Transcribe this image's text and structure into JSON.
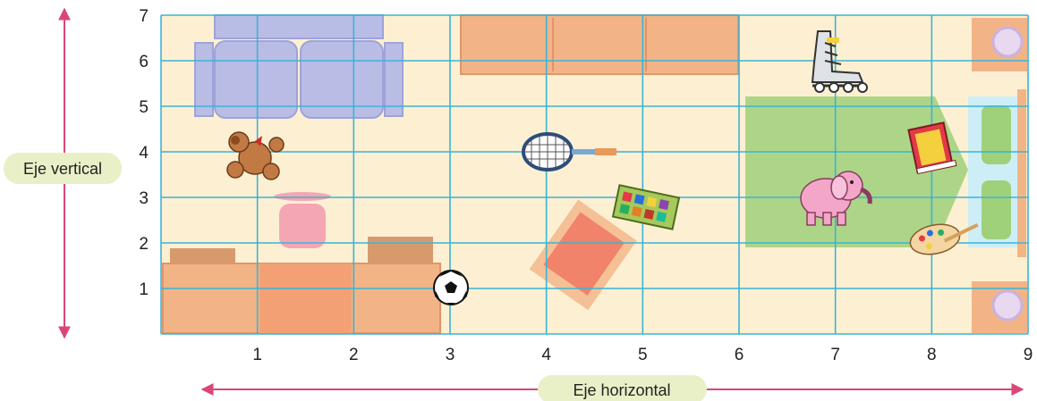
{
  "x_axis": {
    "label": "Eje horizontal",
    "ticks": [
      "1",
      "2",
      "3",
      "4",
      "5",
      "6",
      "7",
      "8",
      "9"
    ],
    "max": 9
  },
  "y_axis": {
    "label": "Eje vertical",
    "ticks": [
      "1",
      "2",
      "3",
      "4",
      "5",
      "6",
      "7"
    ],
    "max": 7
  },
  "colors": {
    "grid": "#3bb3d6",
    "floor": "#fdf0d2",
    "arrow": "#d9467a",
    "pill": "#e9f0c8",
    "rug": "#9fd07a",
    "furniture": "#f2b487",
    "sofa": "#b9bde6"
  },
  "objects": [
    {
      "name": "sofa",
      "icon": "sofa-icon"
    },
    {
      "name": "teddy bear",
      "icon": "teddy-bear-icon",
      "x": 0.8,
      "y": 4
    },
    {
      "name": "stool",
      "icon": "stool-icon"
    },
    {
      "name": "soccer ball",
      "icon": "soccer-ball-icon",
      "x": 3,
      "y": 1
    },
    {
      "name": "tennis racket",
      "icon": "tennis-racket-icon",
      "x": 4,
      "y": 4
    },
    {
      "name": "paint box",
      "icon": "paint-box-icon",
      "x": 5,
      "y": 3
    },
    {
      "name": "chair",
      "icon": "chair-icon"
    },
    {
      "name": "roller skates",
      "icon": "roller-skates-icon",
      "x": 7,
      "y": 6
    },
    {
      "name": "book",
      "icon": "book-icon",
      "x": 8,
      "y": 4
    },
    {
      "name": "elephant",
      "icon": "elephant-icon",
      "x": 7,
      "y": 3
    },
    {
      "name": "palette",
      "icon": "palette-icon",
      "x": 8,
      "y": 2
    },
    {
      "name": "bed",
      "icon": "bed-icon"
    },
    {
      "name": "lamp",
      "icon": "lamp-icon"
    }
  ]
}
